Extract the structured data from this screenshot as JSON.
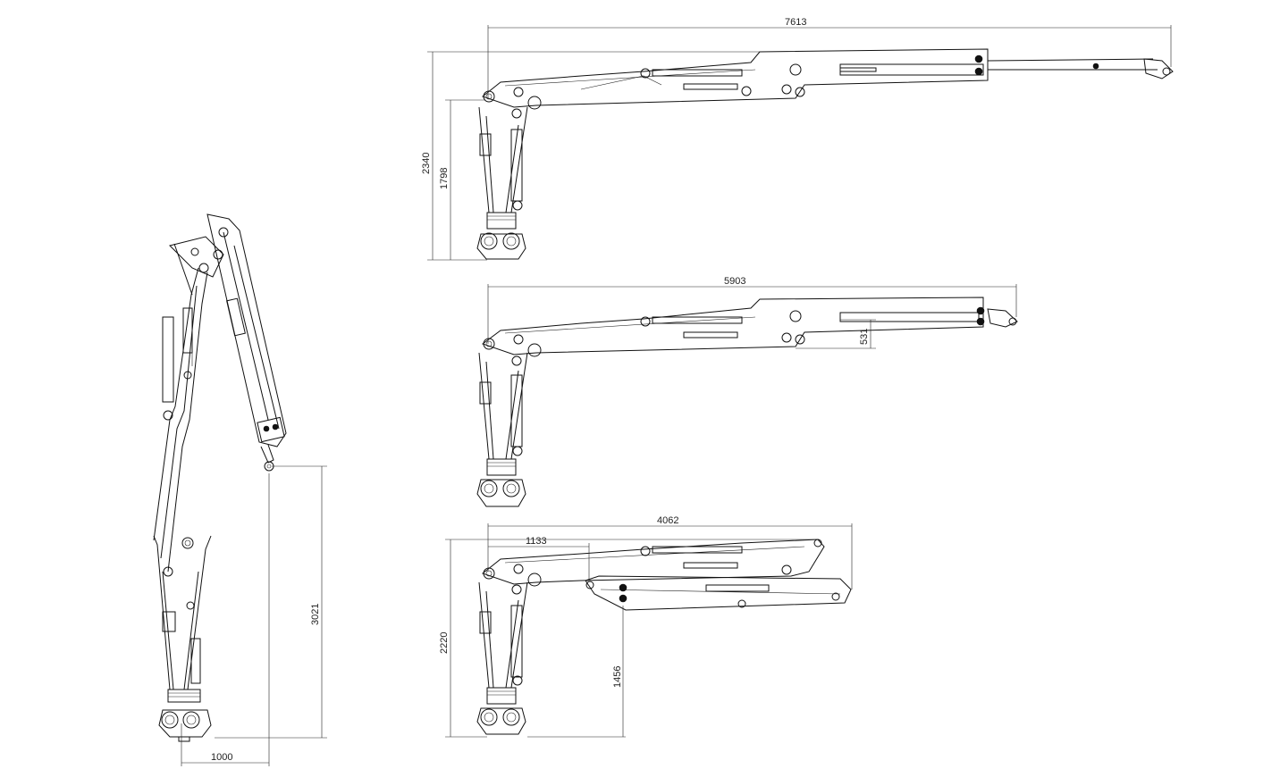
{
  "dimensions": {
    "folded": {
      "height": "3021",
      "reach": "1000"
    },
    "full": {
      "reach": "7613",
      "height_outer": "2340",
      "height_inner": "1798"
    },
    "mid": {
      "reach": "5903",
      "drop": "531"
    },
    "partial": {
      "reach": "4062",
      "first_boom": "1133",
      "height": "2220",
      "tip_height": "1456"
    }
  }
}
